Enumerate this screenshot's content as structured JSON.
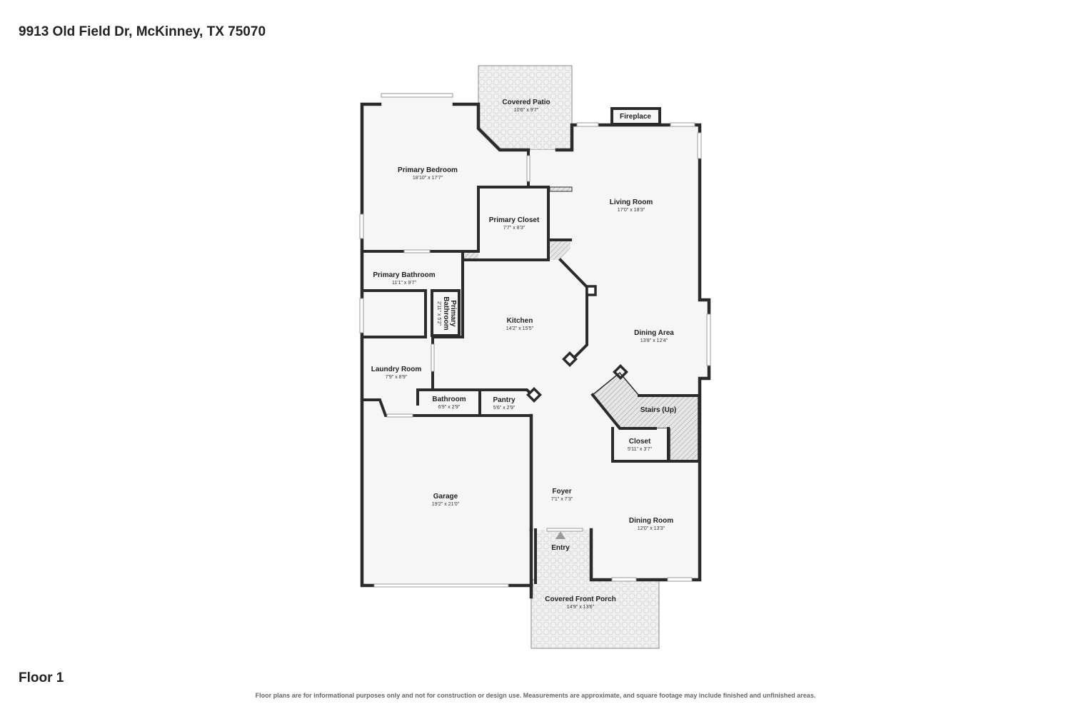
{
  "header": {
    "address": "9913 Old Field Dr, McKinney, TX 75070"
  },
  "footer": {
    "floor": "Floor 1",
    "disclaimer": "Floor plans are for informational purposes only and not for construction or design use. Measurements are approximate, and square footage may include finished and unfinished areas."
  },
  "rooms": {
    "covered_patio": {
      "name": "Covered Patio",
      "dims": "10'6\" x 9'7\""
    },
    "fireplace": {
      "name": "Fireplace"
    },
    "primary_bedroom": {
      "name": "Primary Bedroom",
      "dims": "18'10\" x 17'7\""
    },
    "living_room": {
      "name": "Living Room",
      "dims": "17'0\" x 18'3\""
    },
    "primary_closet": {
      "name": "Primary Closet",
      "dims": "7'7\" x 8'3\""
    },
    "primary_bathroom": {
      "name": "Primary Bathroom",
      "dims": "11'1\" x 9'7\""
    },
    "primary_bathroom_small": {
      "name_line1": "Primary",
      "name_line2": "Bathroom",
      "dims": "2'11\" x 5'2\""
    },
    "kitchen": {
      "name": "Kitchen",
      "dims": "14'2\" x 15'5\""
    },
    "dining_area": {
      "name": "Dining Area",
      "dims": "13'8\" x 12'4\""
    },
    "laundry_room": {
      "name": "Laundry Room",
      "dims": "7'9\" x 8'9\""
    },
    "bathroom": {
      "name": "Bathroom",
      "dims": "6'9\" x 2'9\""
    },
    "pantry": {
      "name": "Pantry",
      "dims": "5'6\" x 2'9\""
    },
    "stairs": {
      "name": "Stairs (Up)"
    },
    "closet": {
      "name": "Closet",
      "dims": "5'11\" x 3'7\""
    },
    "garage": {
      "name": "Garage",
      "dims": "19'2\" x 21'0\""
    },
    "foyer": {
      "name": "Foyer",
      "dims": "7'1\" x 7'3\""
    },
    "dining_room": {
      "name": "Dining Room",
      "dims": "12'0\" x 13'3\""
    },
    "entry": {
      "name": "Entry"
    },
    "covered_front_porch": {
      "name": "Covered Front Porch",
      "dims": "14'9\" x 13'6\""
    }
  },
  "colors": {
    "wall": "#2b2b2b",
    "floor": "#f6f6f6",
    "outdoor": "#f1f1f1"
  }
}
